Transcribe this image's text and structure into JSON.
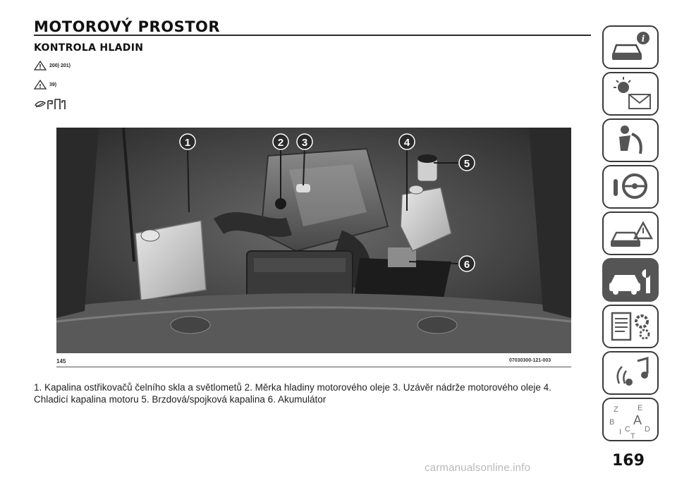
{
  "heading": {
    "title": "MOTOROVÝ PROSTOR",
    "subtitle": "KONTROLA HLADIN"
  },
  "warnings": [
    {
      "icon": "warning-triangle-icon",
      "refs": "200) 201)"
    },
    {
      "icon": "caution-triangle-icon",
      "refs": "39)"
    }
  ],
  "environment_icon": "environment-tap-icon",
  "figure": {
    "number": "145",
    "code": "07030300-121-003",
    "callouts": [
      "1",
      "2",
      "3",
      "4",
      "5",
      "6"
    ]
  },
  "caption": "1. Kapalina ostřikovačů čelního skla a světlometů   2. Měrka hladiny motorového oleje   3. Uzávěr nádrže motorového oleje   4. Chladicí kapalina motoru   5. Brzdová/spojková kapalina   6. Akumulátor",
  "side_tabs": [
    {
      "name": "dashboard-info-icon",
      "active": false
    },
    {
      "name": "lights-warning-icon",
      "active": false
    },
    {
      "name": "safety-airbag-icon",
      "active": false
    },
    {
      "name": "steering-wheel-icon",
      "active": false
    },
    {
      "name": "emergency-icon",
      "active": false
    },
    {
      "name": "car-maintenance-icon",
      "active": true
    },
    {
      "name": "technical-data-icon",
      "active": false
    },
    {
      "name": "multimedia-icon",
      "active": false
    },
    {
      "name": "index-abc-icon",
      "active": false
    }
  ],
  "page_number": "169",
  "watermark": "carmanualsonline.info",
  "colors": {
    "text": "#1a1a1a",
    "tab_border": "#3a3a3a",
    "tab_active": "#555555",
    "callout": "#2a2a2a"
  }
}
